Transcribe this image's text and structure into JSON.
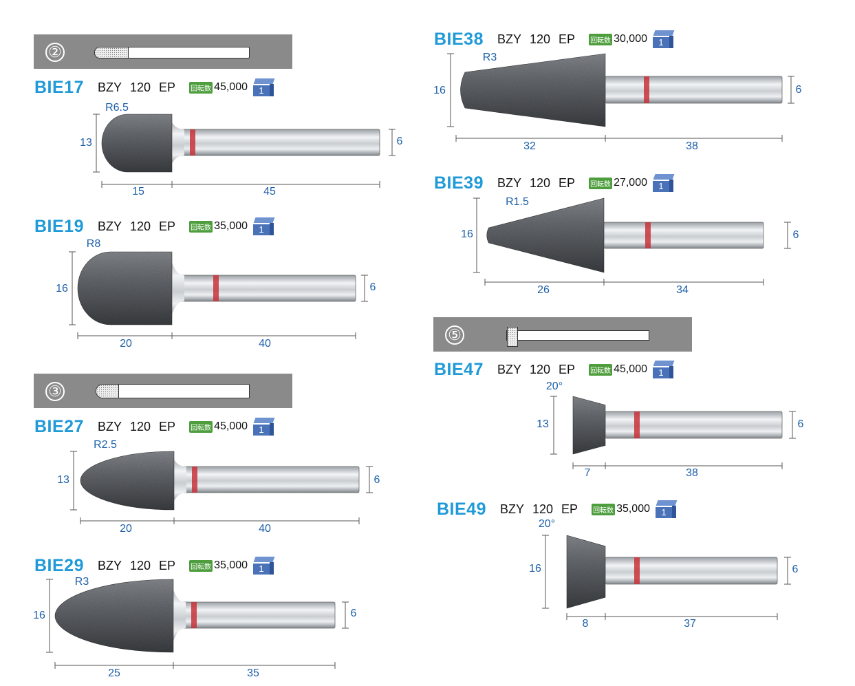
{
  "sections": [
    {
      "number": "②",
      "icon": "ball-nose-cylinder-icon"
    },
    {
      "number": "③",
      "icon": "ball-nose-bullet-icon"
    },
    {
      "number": "⑤",
      "icon": "inverted-cone-icon"
    }
  ],
  "badge_label": "回転数",
  "products": [
    {
      "code": "BIE17",
      "grit_code": "BZY",
      "grit": "120",
      "bond": "EP",
      "rpm": "45,000",
      "pack_qty": "1",
      "radius": "R6.5",
      "head_dia": "13",
      "head_len": "15",
      "shank_len": "45",
      "shank_dia": "6"
    },
    {
      "code": "BIE19",
      "grit_code": "BZY",
      "grit": "120",
      "bond": "EP",
      "rpm": "35,000",
      "pack_qty": "1",
      "radius": "R8",
      "head_dia": "16",
      "head_len": "20",
      "shank_len": "40",
      "shank_dia": "6"
    },
    {
      "code": "BIE27",
      "grit_code": "BZY",
      "grit": "120",
      "bond": "EP",
      "rpm": "45,000",
      "pack_qty": "1",
      "radius": "R2.5",
      "head_dia": "13",
      "head_len": "20",
      "shank_len": "40",
      "shank_dia": "6"
    },
    {
      "code": "BIE29",
      "grit_code": "BZY",
      "grit": "120",
      "bond": "EP",
      "rpm": "35,000",
      "pack_qty": "1",
      "radius": "R3",
      "head_dia": "16",
      "head_len": "25",
      "shank_len": "35",
      "shank_dia": "6"
    },
    {
      "code": "BIE38",
      "grit_code": "BZY",
      "grit": "120",
      "bond": "EP",
      "rpm": "30,000",
      "pack_qty": "1",
      "radius": "R3",
      "head_dia": "16",
      "head_len": "32",
      "shank_len": "38",
      "shank_dia": "6"
    },
    {
      "code": "BIE39",
      "grit_code": "BZY",
      "grit": "120",
      "bond": "EP",
      "rpm": "27,000",
      "pack_qty": "1",
      "radius": "R1.5",
      "head_dia": "16",
      "head_len": "26",
      "shank_len": "34",
      "shank_dia": "6"
    },
    {
      "code": "BIE47",
      "grit_code": "BZY",
      "grit": "120",
      "bond": "EP",
      "rpm": "45,000",
      "pack_qty": "1",
      "radius": "20°",
      "head_dia": "13",
      "head_len": "7",
      "shank_len": "38",
      "shank_dia": "6"
    },
    {
      "code": "BIE49",
      "grit_code": "BZY",
      "grit": "120",
      "bond": "EP",
      "rpm": "35,000",
      "pack_qty": "1",
      "radius": "20°",
      "head_dia": "16",
      "head_len": "8",
      "shank_len": "37",
      "shank_dia": "6"
    }
  ]
}
